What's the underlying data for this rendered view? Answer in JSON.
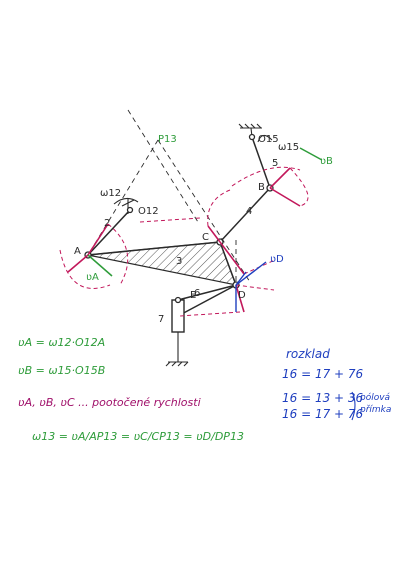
{
  "colors": {
    "ink": "#2b2b2b",
    "red": "#c2185b",
    "green": "#2e9c3a",
    "blue": "#1f3fbf",
    "magenta": "#a0106a"
  },
  "labels": {
    "p13": "P13",
    "w12": "ω12",
    "o12": "O12",
    "o15": "O15",
    "w15": "ω15",
    "link5": "5",
    "nB": "ʋB",
    "point_b": "B",
    "link4": "4",
    "link2": "2",
    "point_c": "C",
    "point_a": "A",
    "link3": "3",
    "nD": "ʋD",
    "link6": "6",
    "point_d": "D",
    "e_label": "E",
    "link7": "7",
    "nA": "ʋA"
  },
  "formulas": {
    "va": "ʋA = ω12·O12A",
    "vb": "ʋB = ω15·O15B",
    "perp": "ʋA, ʋB, ʋC ... pootočené rychlosti",
    "w13": "ω13 = ʋA/AP13 = ʋC/CP13 = ʋD/DP13"
  },
  "notes": {
    "title": "rozklad",
    "line1": "16 = 17 + 76",
    "line2": "16 = 13 + 36",
    "line3": "16 = 17 + 76",
    "brace_note_1": "pólová",
    "brace_note_2": "přímka"
  }
}
